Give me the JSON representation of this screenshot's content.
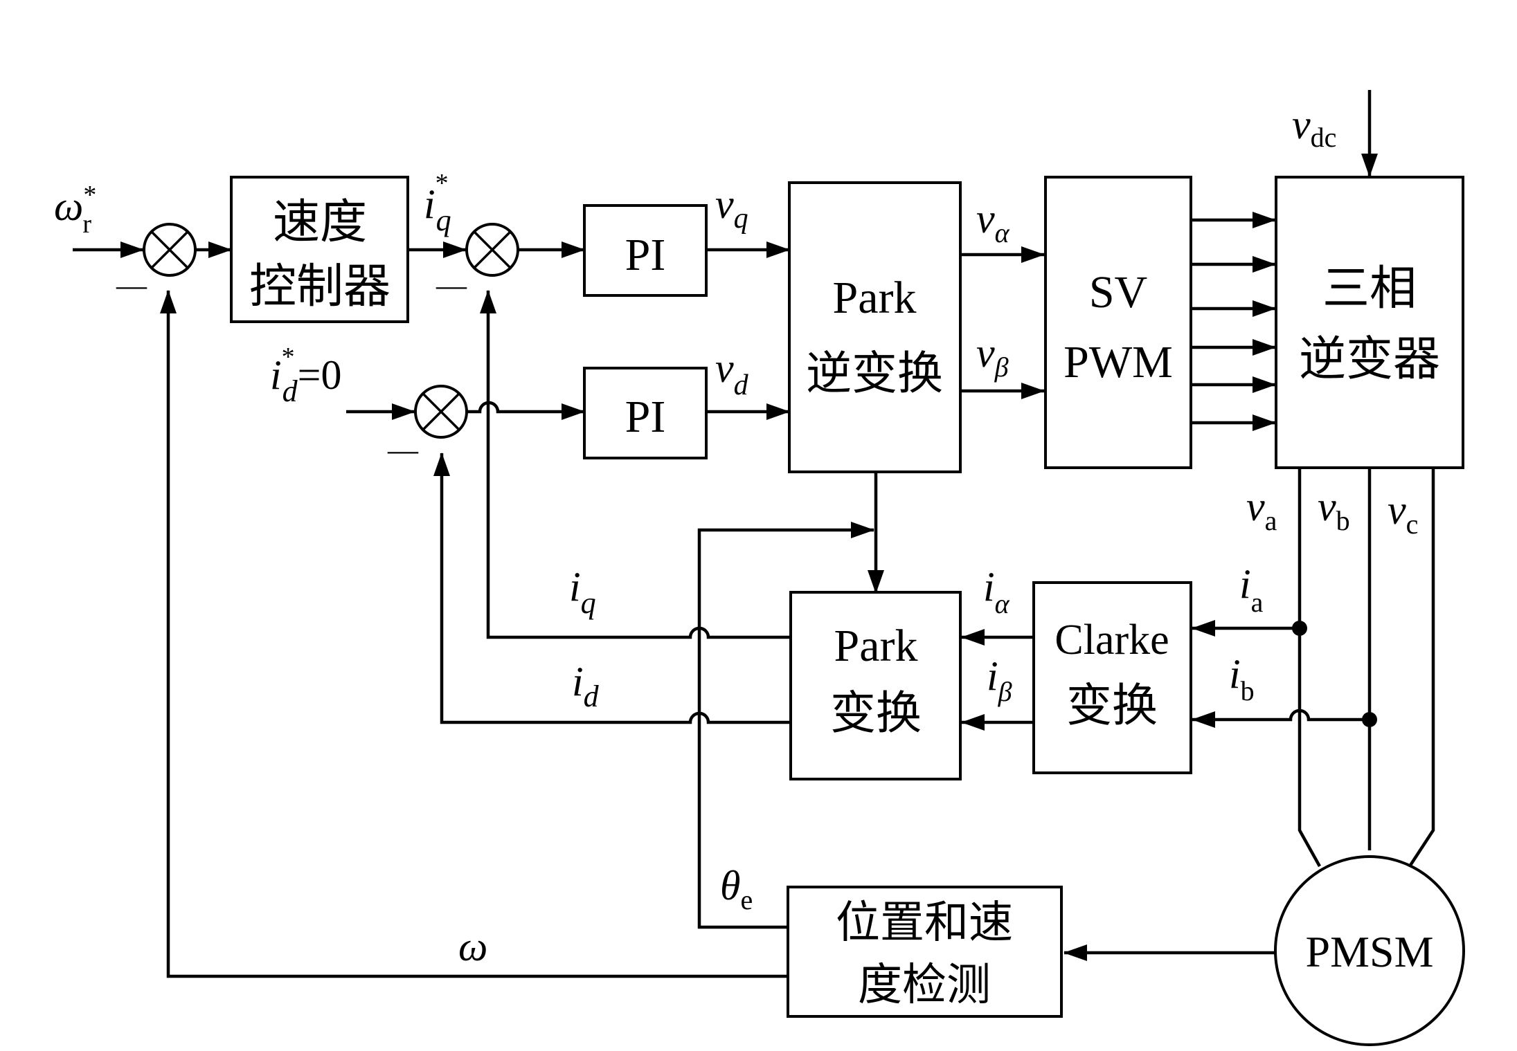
{
  "blocks": {
    "speed_controller": [
      "速度",
      "控制器"
    ],
    "pi_q": "PI",
    "pi_d": "PI",
    "inverse_park": [
      "Park",
      "逆变换"
    ],
    "svpwm": [
      "SV",
      "PWM"
    ],
    "inverter": [
      "三相",
      "逆变器"
    ],
    "park": [
      "Park",
      "变换"
    ],
    "clarke": [
      "Clarke",
      "变换"
    ],
    "position_speed_detection": [
      "位置和速",
      "度检测"
    ],
    "motor": "PMSM"
  },
  "signals": {
    "speed_ref": {
      "sym": "ω",
      "sub": "r",
      "sup": "*"
    },
    "iq_ref": {
      "sym": "i",
      "sub": "q",
      "sup": "*"
    },
    "id_ref": {
      "sym": "i",
      "sub": "d",
      "sup": "*",
      "suffix": "=0"
    },
    "vq": {
      "sym": "v",
      "sub": "q"
    },
    "vd": {
      "sym": "v",
      "sub": "d"
    },
    "v_alpha": {
      "sym": "v",
      "sub": "α"
    },
    "v_beta": {
      "sym": "v",
      "sub": "β"
    },
    "vdc": {
      "sym": "v",
      "sub": "dc"
    },
    "va": {
      "sym": "v",
      "sub": "a"
    },
    "vb": {
      "sym": "v",
      "sub": "b"
    },
    "vc": {
      "sym": "v",
      "sub": "c"
    },
    "ia": {
      "sym": "i",
      "sub": "a"
    },
    "ib": {
      "sym": "i",
      "sub": "b"
    },
    "i_alpha": {
      "sym": "i",
      "sub": "α"
    },
    "i_beta": {
      "sym": "i",
      "sub": "β"
    },
    "iq_fb": {
      "sym": "i",
      "sub": "q"
    },
    "id_fb": {
      "sym": "i",
      "sub": "d"
    },
    "theta_e": {
      "sym": "θ",
      "sub": "e"
    },
    "omega_fb": {
      "sym": "ω"
    }
  },
  "summing_junction_signs": [
    "—",
    "—",
    "—"
  ]
}
